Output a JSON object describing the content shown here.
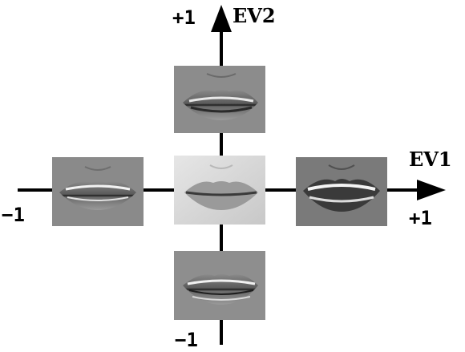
{
  "axes": {
    "ev1_label": "EV1",
    "ev2_label": "EV2",
    "ev1_plus": "+1",
    "ev1_minus": "−1",
    "ev2_plus": "+1",
    "ev2_minus": "−1"
  },
  "panels": [
    {
      "id": "center",
      "shade": "light"
    },
    {
      "id": "top",
      "shade": "gray"
    },
    {
      "id": "bottom",
      "shade": "gray"
    },
    {
      "id": "left",
      "shade": "gray"
    },
    {
      "id": "right",
      "shade": "dark"
    }
  ]
}
